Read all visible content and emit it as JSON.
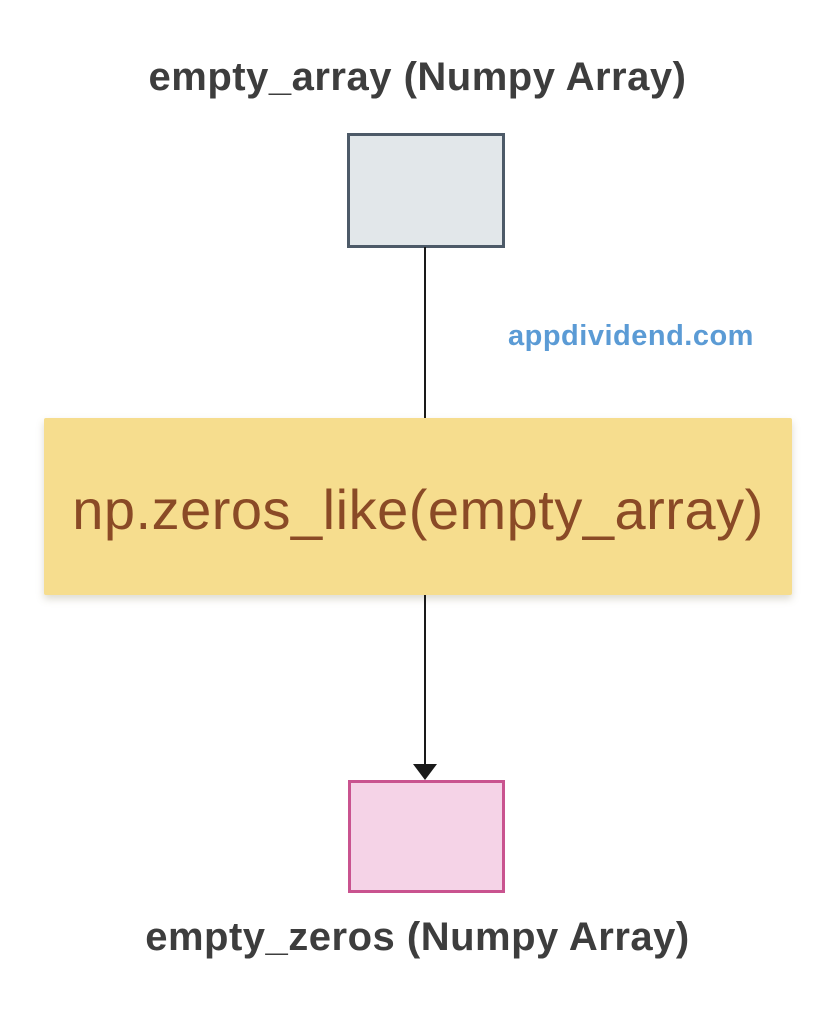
{
  "diagram": {
    "source_label": "empty_array (Numpy Array)",
    "watermark": "appdividend.com",
    "operation": "np.zeros_like(empty_array)",
    "result_label": "empty_zeros (Numpy Array)"
  },
  "colors": {
    "background": "#ffffff",
    "label_text": "#3d3d3d",
    "source_box_fill": "#e2e7ea",
    "source_box_border": "#4d5a68",
    "connector_line": "#1a1a1a",
    "watermark_link": "#5b9bd5",
    "operation_banner_fill": "#f6dd8e",
    "operation_text": "#8a4a26",
    "result_box_fill": "#f5d3e7",
    "result_box_border": "#c9538f"
  }
}
